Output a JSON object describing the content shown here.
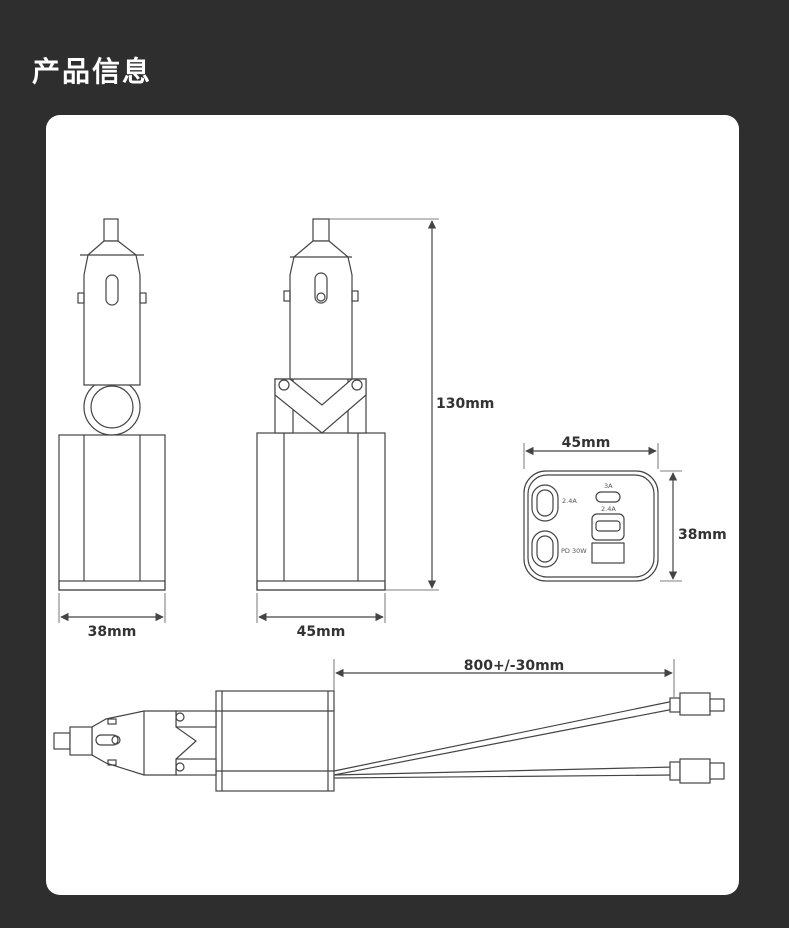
{
  "page": {
    "title": "产品信息"
  },
  "dimensions": {
    "side_width": "38mm",
    "front_width": "45mm",
    "height": "130mm",
    "ports_width": "45mm",
    "ports_height": "38mm",
    "cable_length": "800+/-30mm"
  },
  "ports": {
    "label_3a": "3A",
    "label_2_4a_left": "2.4A",
    "label_2_4a_usb": "2.4A",
    "label_pd": "PD 30W"
  }
}
